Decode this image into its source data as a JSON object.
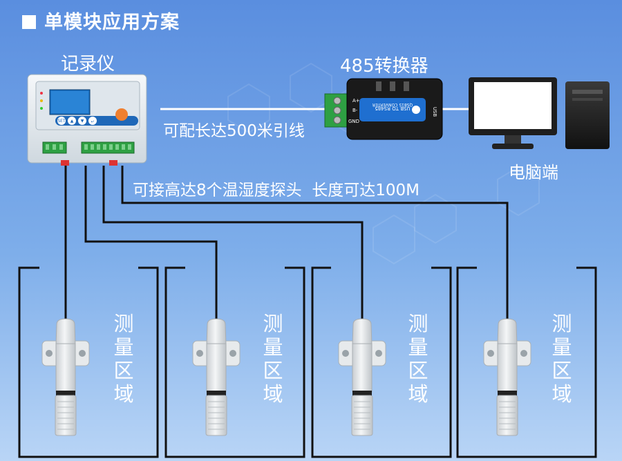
{
  "title": "单模块应用方案",
  "recorder": {
    "label": "记录仪",
    "buttons": [
      "SET",
      "▲",
      "▼",
      "↵"
    ]
  },
  "converter": {
    "label": "485转换器",
    "face_text": "USB TO RS485",
    "face_subtext": "QS815 CONVERTER",
    "port_label": "USB",
    "terminal_labels": [
      "A+",
      "B-",
      "GND"
    ]
  },
  "computer": {
    "label": "电脑端"
  },
  "cable_note": "可配长达500米引线",
  "probe_note": "可接高达8个温湿度探头  长度可达100M",
  "zone_label": [
    "测",
    "量",
    "区",
    "域"
  ],
  "colors": {
    "bg_top": "#5b8fe0",
    "bg_bottom": "#b7d3f7",
    "line": "#111111",
    "device_body": "#e9eef2",
    "screen": "#1a6fc0",
    "terminal_green": "#2ea043"
  }
}
